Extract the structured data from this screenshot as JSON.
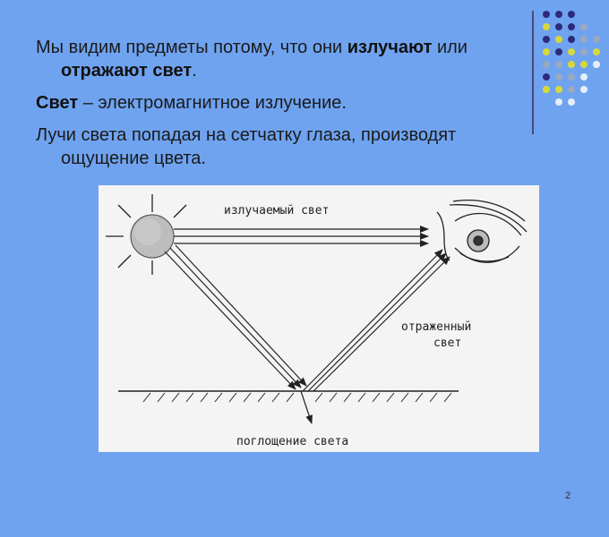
{
  "slide": {
    "line1_pre": "Мы видим предметы потому, что они ",
    "line1_bold": "излучают",
    "line1_mid": " или ",
    "line1_bold2": "отражают свет",
    "line1_end": ".",
    "line2_bold": "Свет",
    "line2_rest": " – электромагнитное излучение.",
    "line3_a": "Лучи света попадая на сетчатку глаза, производят",
    "line3_b": "ощущение цвета.",
    "page_number": "2"
  },
  "diagram": {
    "label_emitted": "излучаемый свет",
    "label_reflected_1": "отраженный",
    "label_reflected_2": "свет",
    "label_absorbed": "поглощение света"
  },
  "colors": {
    "background": "#6fa3f0",
    "dot_navy": "#2d2a7a",
    "dot_grey": "#9aa8c0",
    "dot_yellow": "#d8d83a",
    "dot_white": "#e8eef8"
  }
}
